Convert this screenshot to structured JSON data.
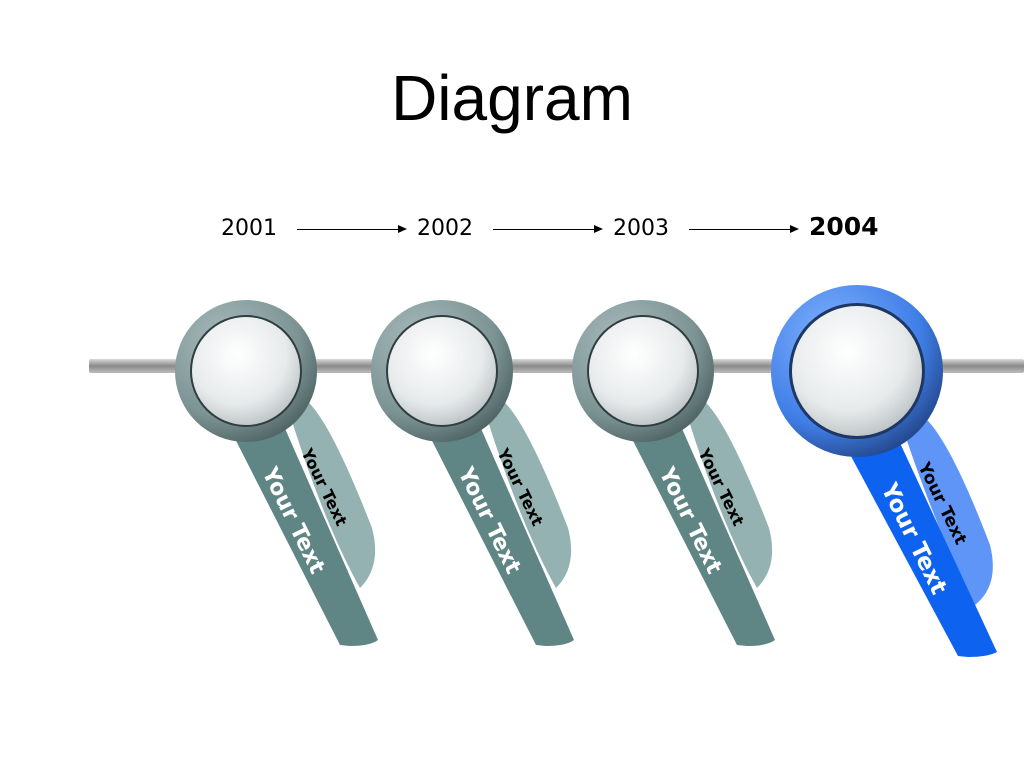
{
  "title": "Diagram",
  "years": [
    "2001",
    "2002",
    "2003",
    "2004"
  ],
  "nodes": [
    {
      "main_text": "Your Text",
      "sub_text": "Your Text",
      "active": false
    },
    {
      "main_text": "Your Text",
      "sub_text": "Your Text",
      "active": false
    },
    {
      "main_text": "Your Text",
      "sub_text": "Your Text",
      "active": false
    },
    {
      "main_text": "Your Text",
      "sub_text": "Your Text",
      "active": true
    }
  ],
  "colors": {
    "inactive_ring": "#7e9596",
    "inactive_tag_dark": "#5f8584",
    "inactive_tag_light": "#93b2b1",
    "active_ring": "#3d7be0",
    "active_tag_dark": "#0d63f0",
    "active_tag_light": "#5f95f6",
    "rail": "#9a9a9a"
  }
}
